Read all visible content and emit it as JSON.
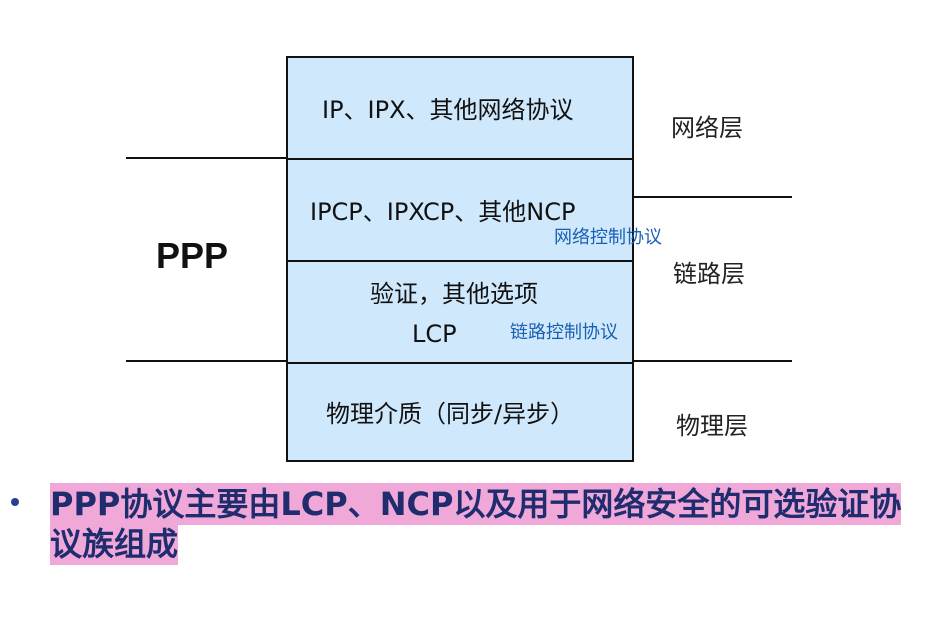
{
  "diagram": {
    "ppp_label": "PPP",
    "layers": [
      {
        "text": "IP、IPX、其他网络协议"
      },
      {
        "text": "IPCP、IPXCP、其他NCP",
        "annotation": "网络控制协议"
      },
      {
        "text_line1": "验证，其他选项",
        "text_line2": "LCP",
        "annotation": "链路控制协议"
      },
      {
        "text": "物理介质（同步/异步）"
      }
    ],
    "side_labels": {
      "network": "网络层",
      "link": "链路层",
      "physical": "物理层"
    },
    "colors": {
      "box_fill": "#cfe8fb",
      "annotation": "#1a5fb4",
      "highlight": "#f0a8d8",
      "bullet_text": "#1f2d6e"
    }
  },
  "bullet": {
    "text": "PPP协议主要由LCP、NCP以及用于网络安全的可选验证协议族组成"
  }
}
